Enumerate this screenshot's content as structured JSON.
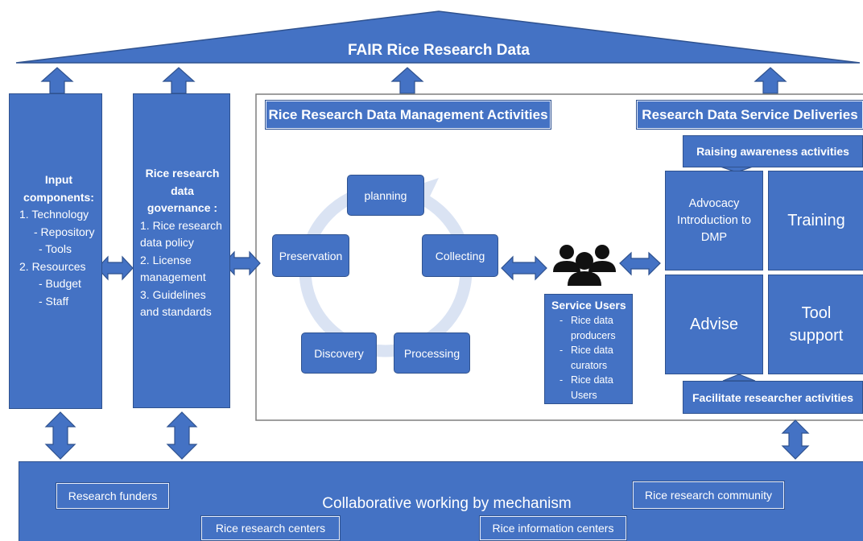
{
  "roof": {
    "title": "FAIR Rice Research Data"
  },
  "input_components": {
    "title": "Input components:",
    "items": [
      "1. Technology",
      "- Repository",
      "- Tools",
      "2. Resources",
      "- Budget",
      "- Staff"
    ]
  },
  "governance": {
    "title": "Rice research data governance :",
    "items": [
      "1. Rice research data policy",
      "2. License management",
      "3. Guidelines and standards"
    ]
  },
  "activities": {
    "title": "Rice Research Data Management Activities",
    "cycle": [
      "planning",
      "Collecting",
      "Processing",
      "Discovery",
      "Preservation"
    ]
  },
  "service_users": {
    "title": "Service Users",
    "items": [
      "Rice data producers",
      "Rice data curators",
      "Rice data Users"
    ],
    "icon": "users-group-icon"
  },
  "deliveries": {
    "title": "Research Data Service Deliveries",
    "raising": "Raising awareness activities",
    "facilitate": "Facilitate researcher activities",
    "tiles": [
      "Advocacy Introduction to DMP",
      "Training",
      "Advise",
      "Tool support"
    ]
  },
  "collaboration": {
    "title": "Collaborative working by mechanism",
    "items": [
      "Research funders",
      "Rice research community",
      "Rice research centers",
      "Rice information centers"
    ]
  },
  "colors": {
    "primary": "#4472c4",
    "border": "#2f528f",
    "cycle_ring": "#dae3f3"
  }
}
